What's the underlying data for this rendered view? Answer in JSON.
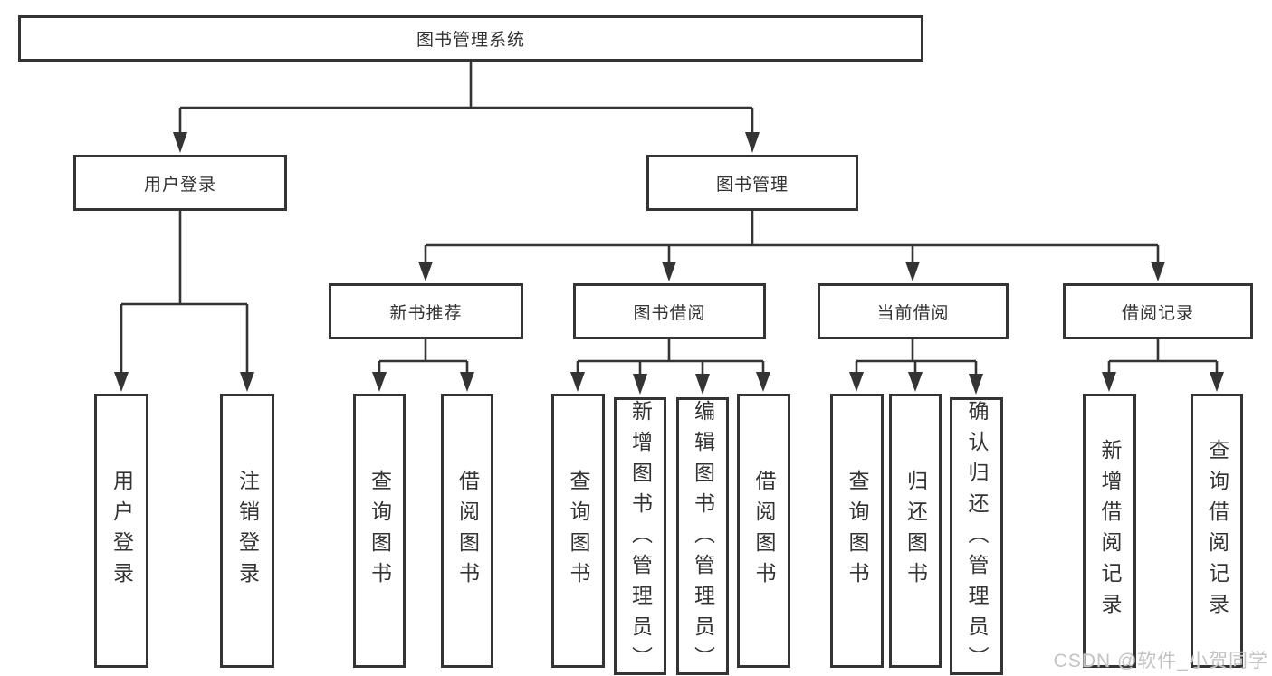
{
  "colors": {
    "box_border": "#343434",
    "connector_line": "#343434",
    "text": "#333333",
    "watermark": "#c3c3c3",
    "background": "#ffffff"
  },
  "tree": {
    "root": {
      "label": "图书管理系统"
    },
    "branches": [
      {
        "label": "用户登录",
        "children": [
          {
            "label": "用户登录"
          },
          {
            "label": "注销登录"
          }
        ]
      },
      {
        "label": "图书管理",
        "children": [
          {
            "label": "新书推荐",
            "children": [
              {
                "label": "查询图书"
              },
              {
                "label": "借阅图书"
              }
            ]
          },
          {
            "label": "图书借阅",
            "children": [
              {
                "label": "查询图书"
              },
              {
                "label": "新增图书（管理员）"
              },
              {
                "label": "编辑图书（管理员）"
              },
              {
                "label": "借阅图书"
              }
            ]
          },
          {
            "label": "当前借阅",
            "children": [
              {
                "label": "查询图书"
              },
              {
                "label": "归还图书"
              },
              {
                "label": "确认归还（管理员）"
              }
            ]
          },
          {
            "label": "借阅记录",
            "children": [
              {
                "label": "新增借阅记录"
              },
              {
                "label": "查询借阅记录"
              }
            ]
          }
        ]
      }
    ]
  },
  "watermark": {
    "text": "CSDN @软件_小贺同学"
  }
}
